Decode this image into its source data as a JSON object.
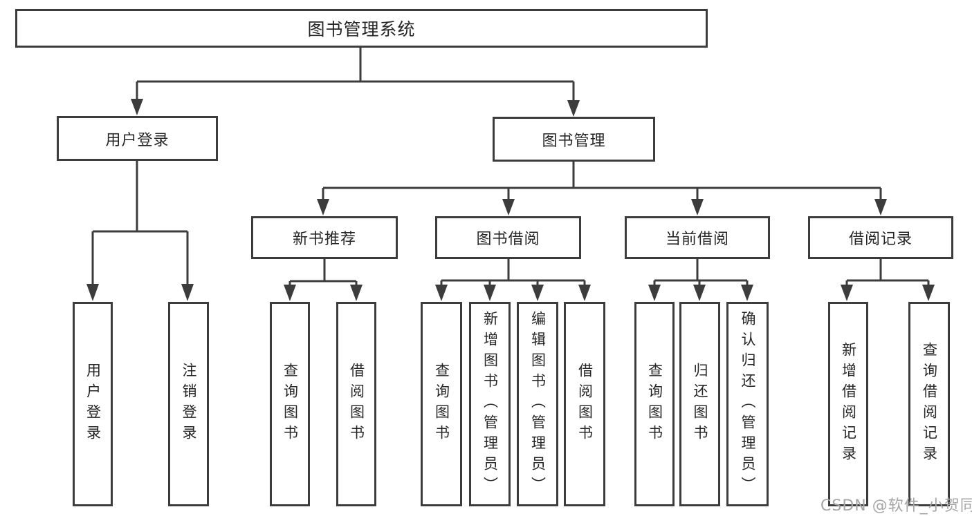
{
  "nodes": {
    "root": "图书管理系统",
    "user_login": "用户登录",
    "book_mgmt": "图书管理",
    "new_book_rec": "新书推荐",
    "book_borrow": "图书借阅",
    "current_borrow": "当前借阅",
    "borrow_record": "借阅记录",
    "ul_login": "用户登录",
    "ul_logout": "注销登录",
    "nb_query": "查询图书",
    "nb_borrow": "借阅图书",
    "bb_query": "查询图书",
    "bb_add": "新增图书（管理员）",
    "bb_edit": "编辑图书（管理员）",
    "bb_borrow": "借阅图书",
    "cb_query": "查询图书",
    "cb_return": "归还图书",
    "cb_confirm": "确认归还（管理员）",
    "br_add": "新增借阅记录",
    "br_query": "查询借阅记录"
  },
  "watermark": "CSDN @软件_小贺同学",
  "colors": {
    "line": "#3c3c3c",
    "box_border": "#3c3c3c",
    "text": "#262626",
    "watermark": "#a6a6a6",
    "background": "#ffffff"
  }
}
